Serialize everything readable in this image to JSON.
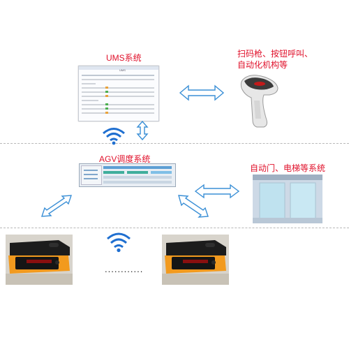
{
  "labels": {
    "ums": "UMS系统",
    "scanner_line1": "扫码枪、按钮呼叫、",
    "scanner_line2": "自动化机构等",
    "agv": "AGV调度系统",
    "doors": "自动门、电梯等系统",
    "ellipsis": "............"
  },
  "ums_header": "UMS",
  "colors": {
    "label_red": "#e0102a",
    "arrow_blue": "#3a8fd6",
    "wifi_blue": "#1f6fd0",
    "robot_orange": "#f29a1e",
    "robot_black": "#1c1c1c",
    "dash_gray": "#b8b8b8"
  },
  "icons": {
    "wifi_top": "wifi-icon",
    "wifi_bottom": "wifi-icon",
    "scanner": "barcode-scanner-icon",
    "door": "sliding-door-icon",
    "robot": "agv-robot-icon"
  }
}
